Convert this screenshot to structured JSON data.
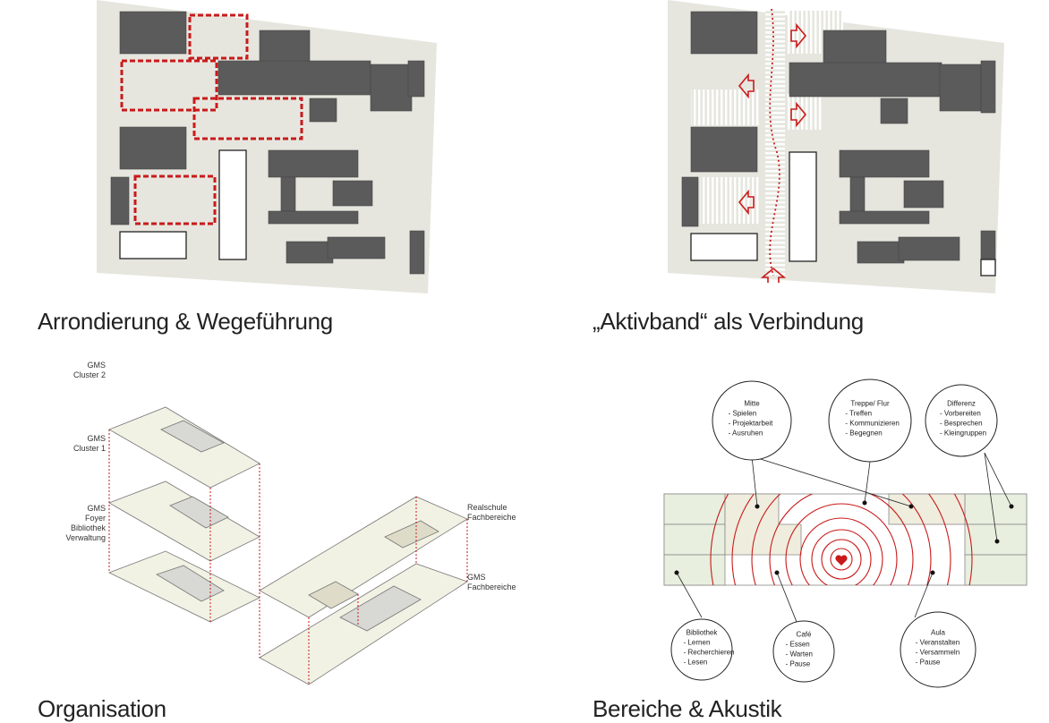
{
  "colors": {
    "ground": "#e6e6df",
    "building": "#5b5b5b",
    "accent": "#c91a1a",
    "floor": "#f1f2e4",
    "zone_green": "#e8efdf",
    "zone_beige": "#efedde"
  },
  "captions": {
    "top_left": "Arrondierung & Wegeführung",
    "top_right": "„Aktivband“ als Verbindung",
    "bottom_left": "Organisation",
    "bottom_right": "Bereiche & Akustik"
  },
  "organisation": {
    "labels": [
      {
        "lines": [
          "GMS",
          "Cluster 2"
        ]
      },
      {
        "lines": [
          "GMS",
          "Cluster 1"
        ]
      },
      {
        "lines": [
          "GMS",
          "Foyer",
          "Bibliothek",
          "Verwaltung"
        ]
      },
      {
        "lines": [
          "Realschule",
          "Fachbereiche"
        ]
      },
      {
        "lines": [
          "GMS",
          "Fachbereiche"
        ]
      }
    ]
  },
  "akustik": {
    "bubbles": [
      {
        "title": "Mitte",
        "items": [
          "- Spielen",
          "- Projektarbeit",
          "- Ausruhen"
        ]
      },
      {
        "title": "Treppe/ Flur",
        "items": [
          "- Treffen",
          "- Kommunizieren",
          "- Begegnen"
        ]
      },
      {
        "title": "Differenz",
        "items": [
          "- Vorbereiten",
          "- Besprechen",
          "- Kleingruppen"
        ]
      },
      {
        "title": "Bibliothek",
        "items": [
          "- Lernen",
          "- Recherchieren",
          "- Lesen"
        ]
      },
      {
        "title": "Café",
        "items": [
          "- Essen",
          "- Warten",
          "- Pause"
        ]
      },
      {
        "title": "Aula",
        "items": [
          "- Veranstalten",
          "- Versammeln",
          "- Pause"
        ]
      }
    ]
  }
}
